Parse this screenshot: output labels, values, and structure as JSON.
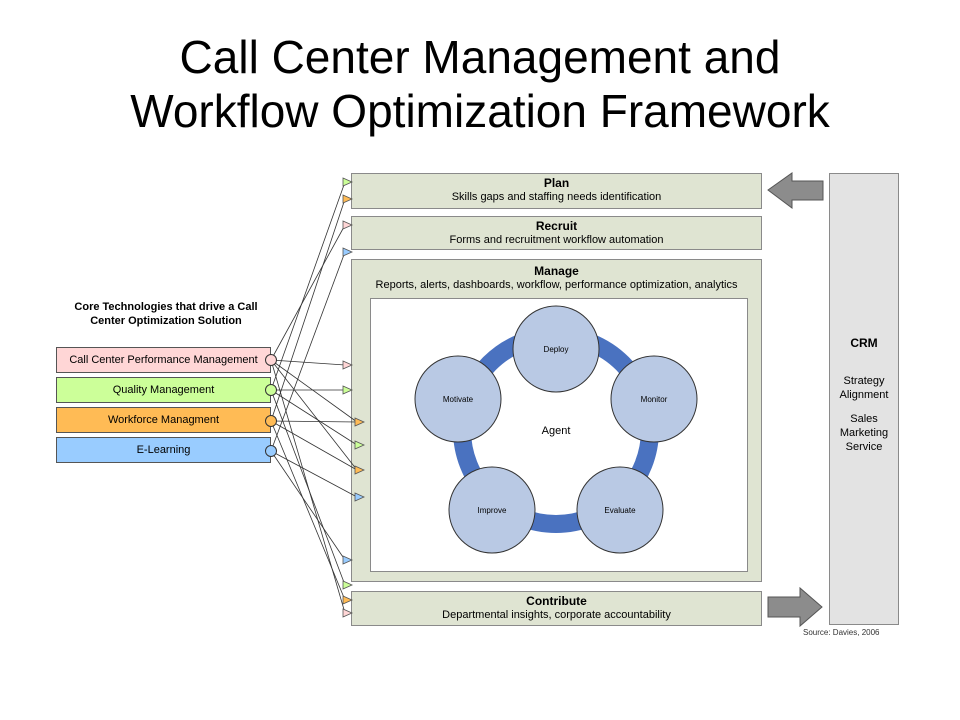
{
  "title_line1": "Call Center Management and",
  "title_line2": "Workflow Optimization Framework",
  "plan": {
    "heading": "Plan",
    "subtitle": "Skills gaps and staffing needs identification"
  },
  "recruit": {
    "heading": "Recruit",
    "subtitle": "Forms and recruitment workflow automation"
  },
  "manage": {
    "heading": "Manage",
    "subtitle": "Reports, alerts, dashboards, workflow, performance optimization, analytics"
  },
  "contribute": {
    "heading": "Contribute",
    "subtitle": "Departmental insights, corporate accountability"
  },
  "cycle": {
    "center": "Agent",
    "nodes": [
      "Deploy",
      "Monitor",
      "Evaluate",
      "Improve",
      "Motivate"
    ]
  },
  "core_tech": {
    "title_line1": "Core Technologies that drive a Call",
    "title_line2": "Center Optimization Solution",
    "items": [
      {
        "label": "Call Center Performance Management",
        "color": "#ffd6d6"
      },
      {
        "label": "Quality Management",
        "color": "#ccff99"
      },
      {
        "label": "Workforce Managment",
        "color": "#ffbb55"
      },
      {
        "label": "E-Learning",
        "color": "#99ccff"
      }
    ]
  },
  "crm": {
    "heading": "CRM",
    "line1": "Strategy",
    "line2": "Alignment",
    "line3": "Sales",
    "line4": "Marketing",
    "line5": "Service"
  },
  "source": "Source: Davies, 2006"
}
